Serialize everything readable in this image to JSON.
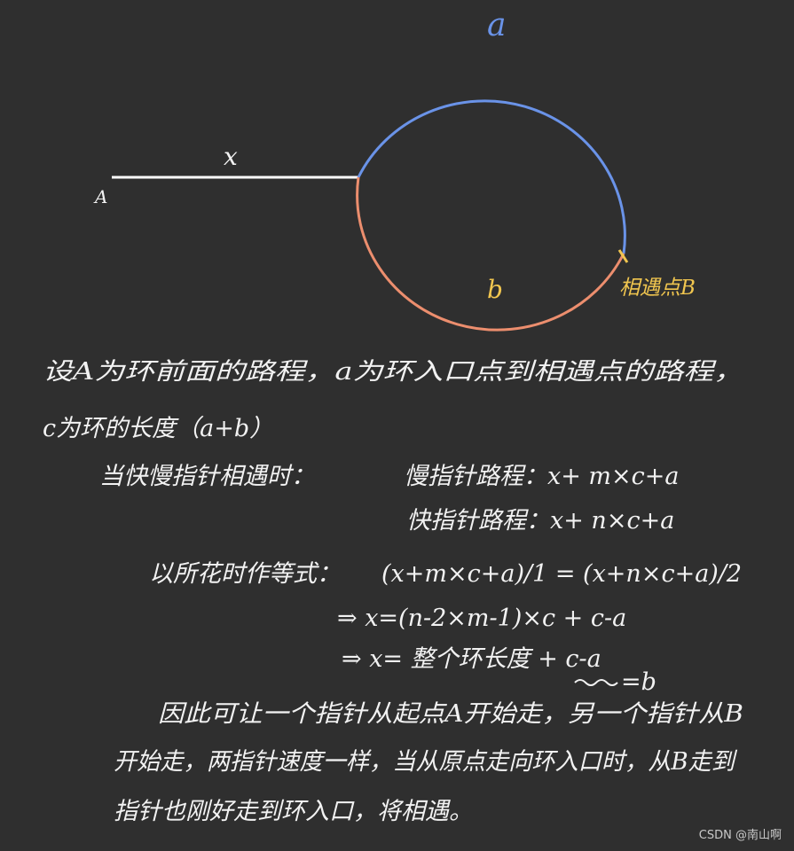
{
  "diagram": {
    "label_A": "A",
    "label_x": "x",
    "label_a": "a",
    "label_b": "b",
    "label_meet": "相遇点B",
    "colors": {
      "line": "#ffffff",
      "arc_a": "#6a93e8",
      "arc_b": "#ec8e6e",
      "meet": "#f1c64f",
      "text": "#f2f2f2"
    }
  },
  "notes": {
    "line1": "设A为环前面的路程，a为环入口点到相遇点的路程，",
    "line2": "c为环的长度（a+b）",
    "line3_left": "当快慢指针相遇时：",
    "line3_right": "慢指针路程：x+ m×c+a",
    "line4": "快指针路程：x+ n×c+a",
    "line5_left": "以所花时作等式：",
    "line5_right": "(x+m×c+a)/1 = (x+n×c+a)/2",
    "line6": "⇒  x=(n-2×m-1)×c + c-a",
    "line7": "⇒ x= 整个环长度 + c-a",
    "line7_b": "=b",
    "line8": "因此可让一个指针从起点A开始走，另一个指针从B",
    "line9": "开始走，两指针速度一样，当从原点走向环入口时，从B走到",
    "line10": "指针也刚好走到环入口，将相遇。"
  },
  "watermark": "CSDN @南山啊"
}
